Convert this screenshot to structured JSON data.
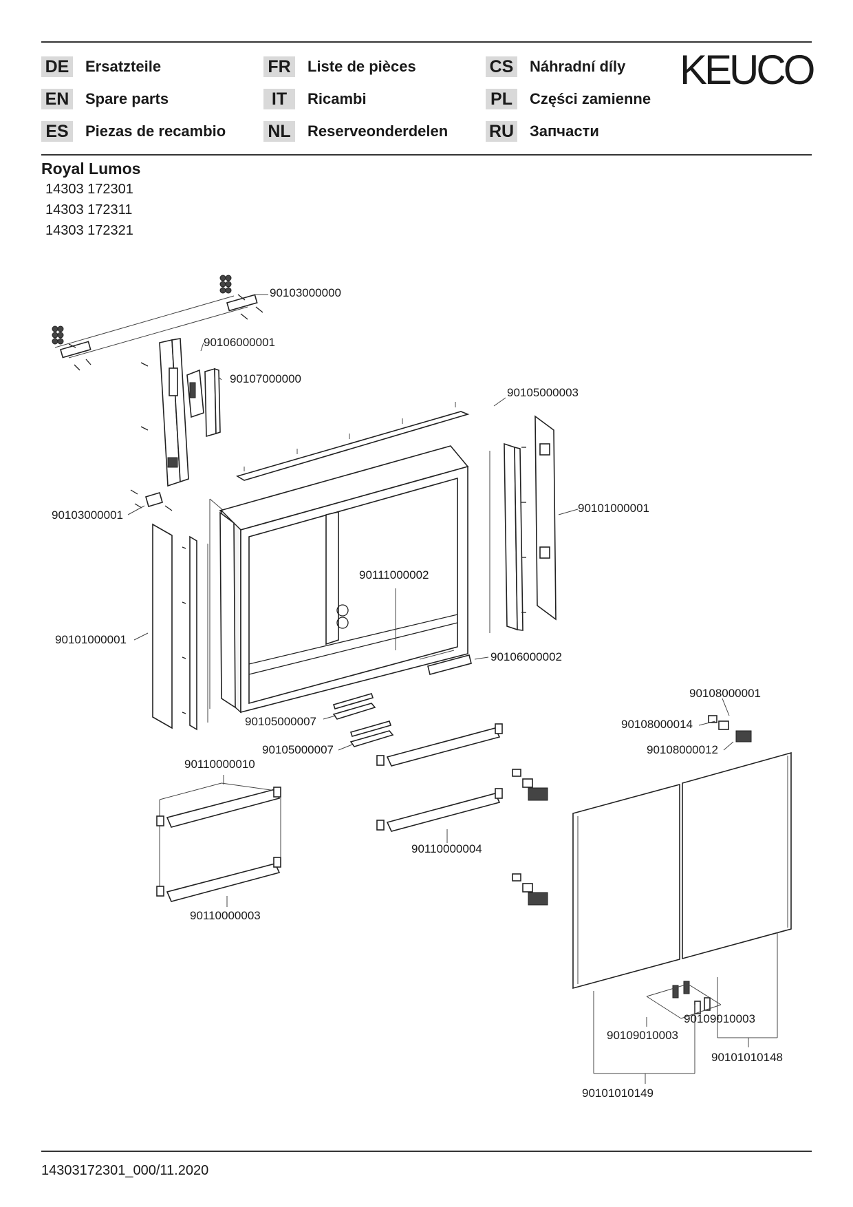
{
  "header": {
    "languages": [
      {
        "code": "DE",
        "name": "Ersatzteile"
      },
      {
        "code": "EN",
        "name": "Spare parts"
      },
      {
        "code": "ES",
        "name": "Piezas de recambio"
      },
      {
        "code": "FR",
        "name": "Liste de pièces"
      },
      {
        "code": "IT",
        "name": "Ricambi"
      },
      {
        "code": "NL",
        "name": "Reserveonderdelen"
      },
      {
        "code": "CS",
        "name": "Náhradní díly"
      },
      {
        "code": "PL",
        "name": "Części zamienne"
      },
      {
        "code": "RU",
        "name": "Запчасти"
      }
    ],
    "brand_logo": "KEUCO"
  },
  "product": {
    "name": "Royal Lumos",
    "article_numbers": [
      "14303 172301",
      "14303 172311",
      "14303 172321"
    ]
  },
  "parts": [
    "90103000000",
    "90106000001",
    "90107000000",
    "90105000003",
    "90103000001",
    "90101000001",
    "90111000002",
    "90101000001",
    "90106000002",
    "90108000001",
    "90105000007",
    "90108000014",
    "90105000007",
    "90108000012",
    "90110000010",
    "90110000004",
    "90110000003",
    "90109010003",
    "90109010003",
    "90101010148",
    "90101010149"
  ],
  "footer": {
    "document_code": "14303172301_000/11.2020"
  }
}
